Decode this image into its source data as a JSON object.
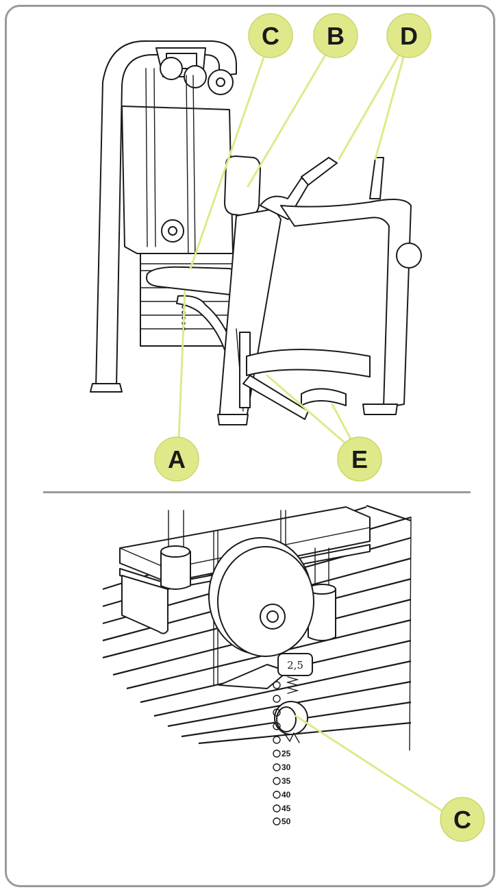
{
  "callouts": {
    "top": {
      "a": "A",
      "b": "B",
      "c": "C",
      "d": "D",
      "e": "E"
    },
    "bottom": {
      "c": "C"
    }
  },
  "weight_stack": {
    "tag_label": "2,5",
    "scale": [
      "25",
      "30",
      "35",
      "40",
      "45",
      "50"
    ]
  },
  "colors": {
    "callout_fill": "#dfe98a",
    "frame": "#9a9a9a",
    "line": "#1a1a1a"
  }
}
